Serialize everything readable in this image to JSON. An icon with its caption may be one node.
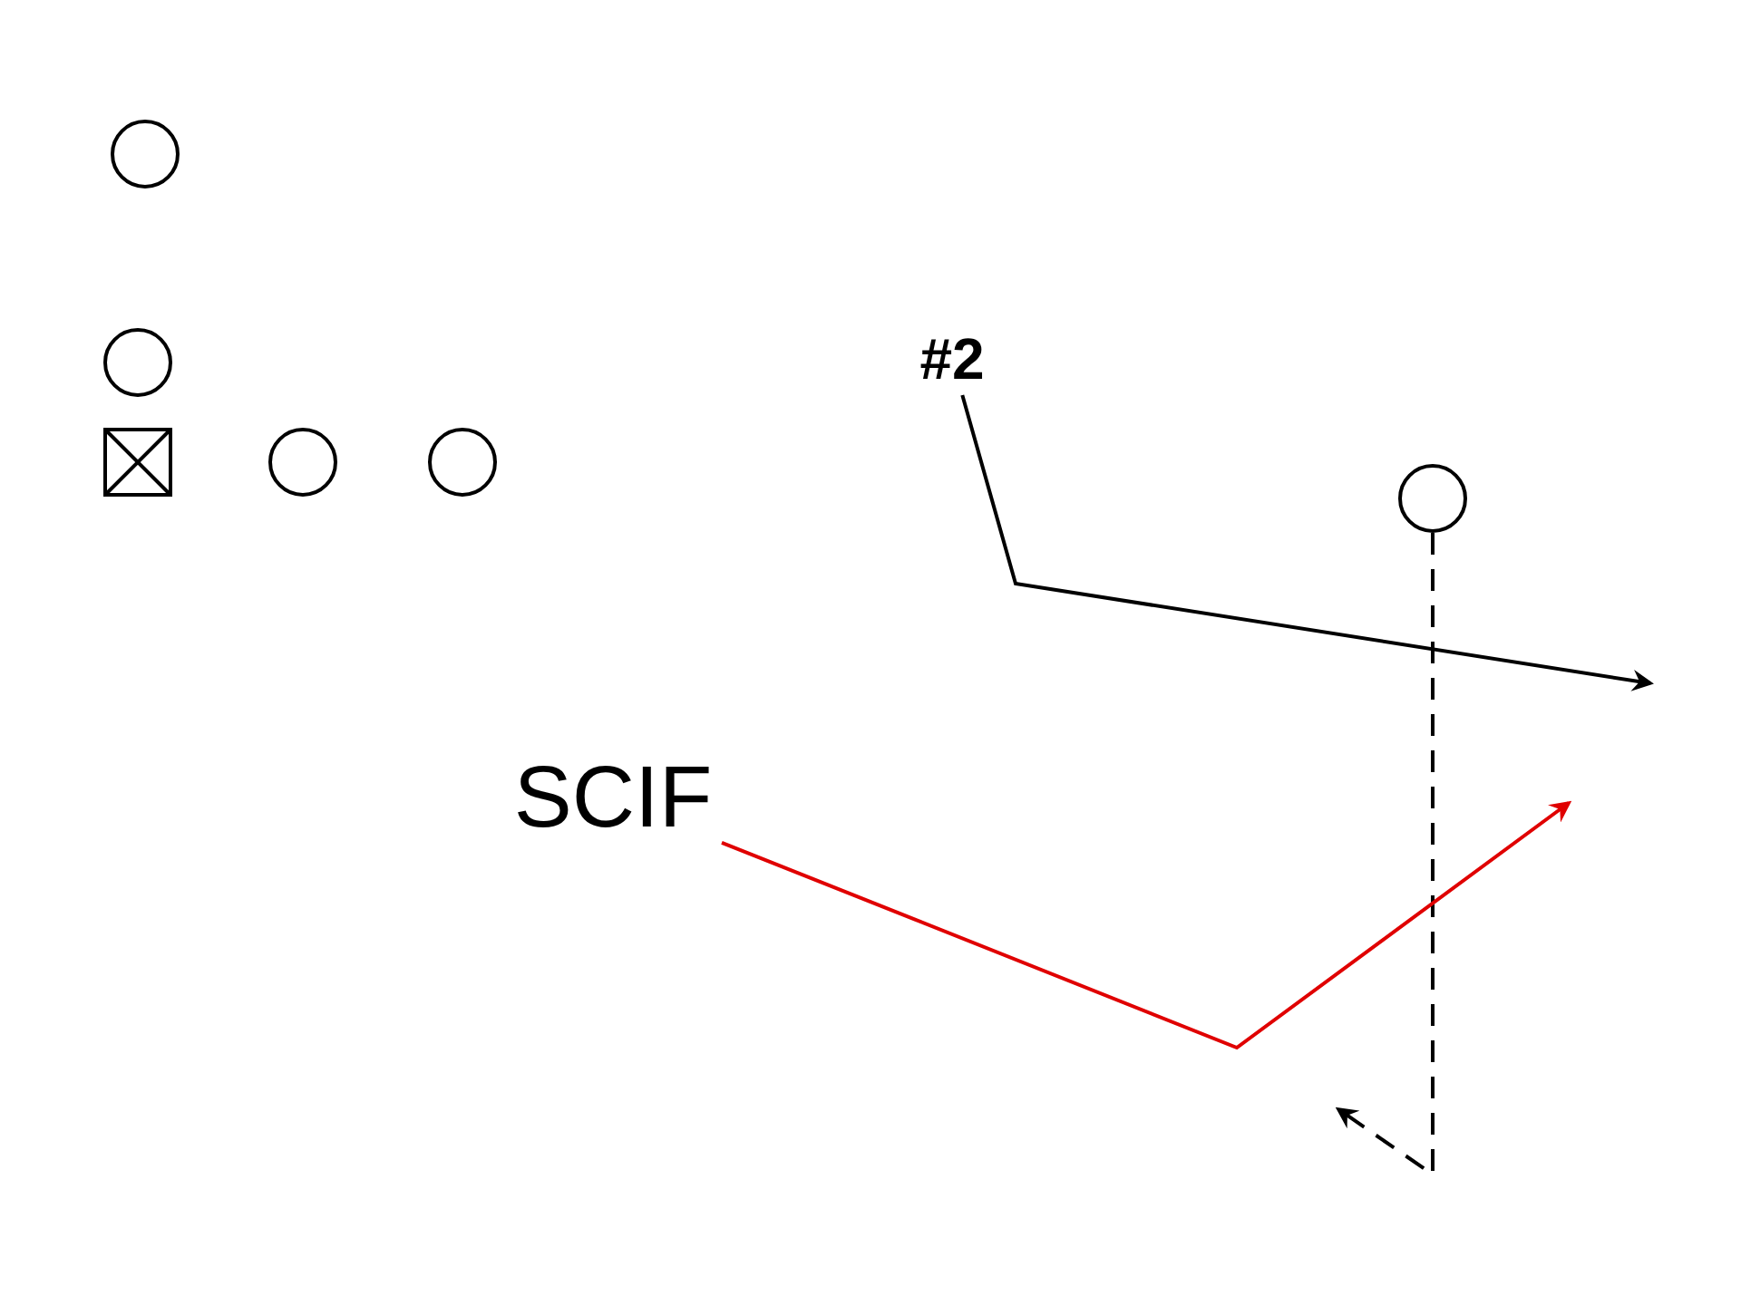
{
  "diagram": {
    "nodes": [
      {
        "text": [],
        "shape": "circle"
      },
      {
        "text": [],
        "shape": "circle"
      },
      {
        "text": [],
        "shape": "box"
      },
      {
        "text": [],
        "shape": "circle"
      },
      {
        "text": [],
        "shape": "circle"
      },
      {
        "text": [
          "#2"
        ]
      },
      {
        "text": [],
        "shape": "circle"
      },
      {
        "text": [
          "SCIF"
        ]
      }
    ],
    "edges": [
      {
        "from": 5,
        "to": null,
        "arrow": "to"
      },
      {
        "from": 6,
        "to": null,
        "arrow": "to",
        "style": "dashed"
      },
      {
        "from": 7,
        "to": null,
        "arrow": "to",
        "color": "#e00000"
      }
    ]
  }
}
